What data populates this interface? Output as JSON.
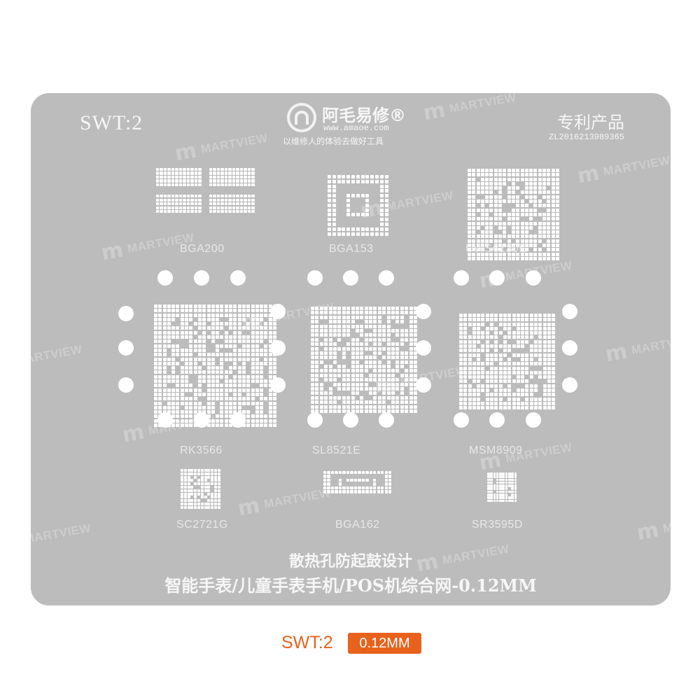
{
  "stencil": {
    "model_code": "SWT:2",
    "brand": {
      "name": "阿毛易修",
      "registered_mark": "®",
      "url": "www.amaoe.com",
      "slogan": "以维修人的体验去做好工具"
    },
    "patent": {
      "title": "专利产品",
      "number": "ZL2016213989365"
    },
    "watermark_text": "MARTVIEW",
    "watermark_icon": "martview-m-logo-icon",
    "chips": [
      {
        "label": "BGA200"
      },
      {
        "label": "BGA153"
      },
      {
        "label": "UWS6130E"
      },
      {
        "label": "RK3566"
      },
      {
        "label": "SL8521E"
      },
      {
        "label": "MSM8909"
      },
      {
        "label": "SC2721G"
      },
      {
        "label": "BGA162"
      },
      {
        "label": "SR3595D"
      }
    ],
    "footer_line1": "散热孔防起鼓设计",
    "footer_line2": "智能手表/儿童手表手机/POS机综合网-0.12MM"
  },
  "product_caption": {
    "model": "SWT:2",
    "thickness": "0.12MM",
    "accent_color": "#e8621c"
  },
  "colors": {
    "plate": "#bcbcbc",
    "etched": "#ffffff",
    "watermark": "#cdcdcd"
  }
}
